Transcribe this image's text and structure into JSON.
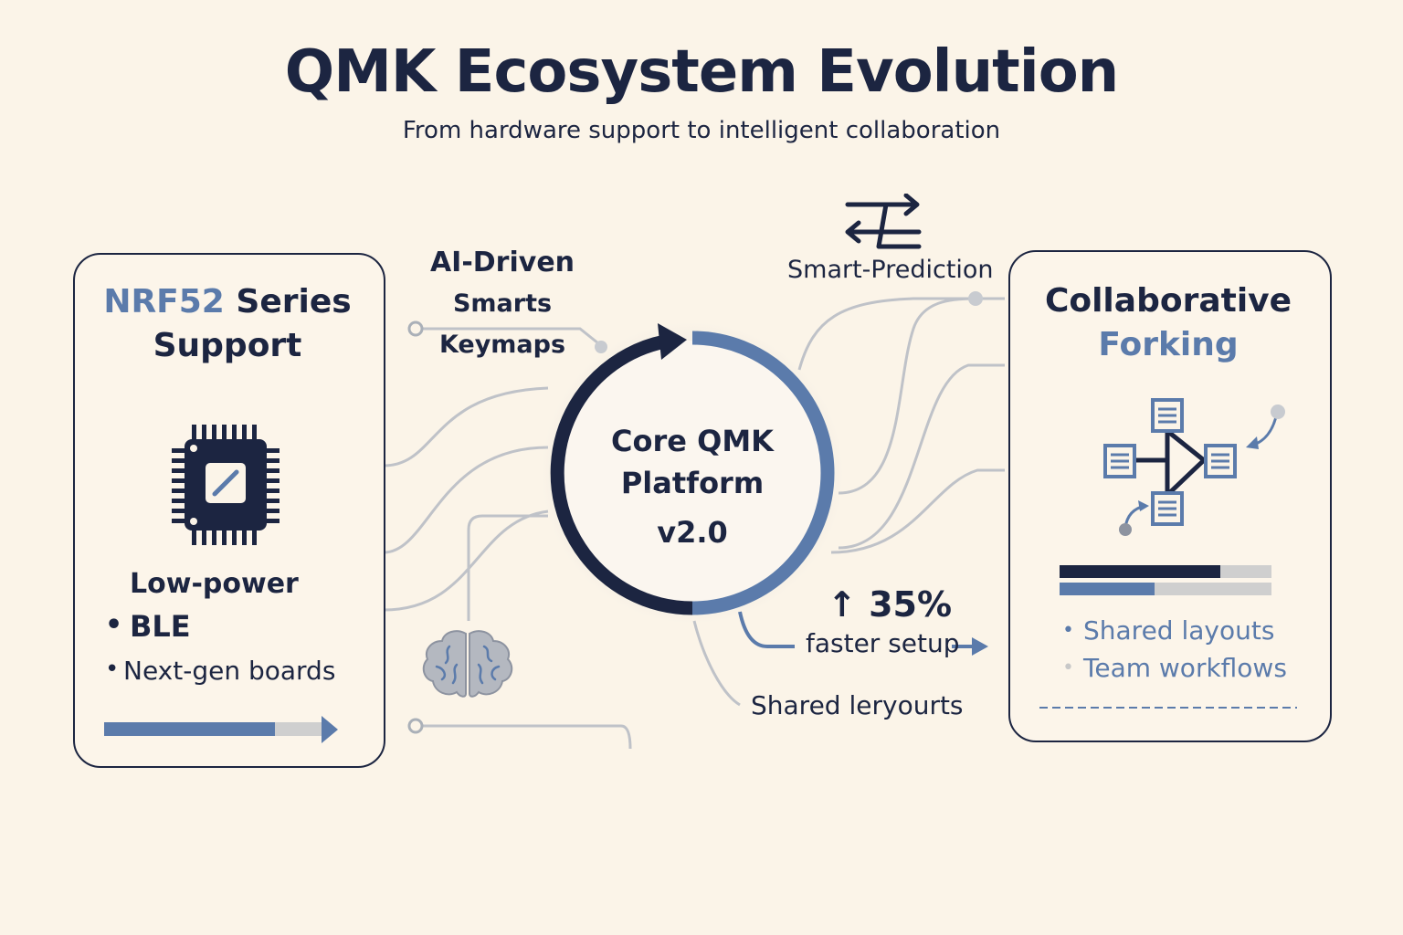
{
  "header": {
    "title": "QMK Ecosystem Evolution",
    "subtitle": "From hardware support to intelligent collaboration"
  },
  "left_card": {
    "heading_accent": "NRF52",
    "heading_rest": " Series",
    "heading_line2": "Support",
    "icon": "microchip-icon",
    "feature_1": "Low-power",
    "feature_2": "BLE",
    "feature_3": "Next-gen boards",
    "bullet": "•",
    "progress": 0.78
  },
  "center": {
    "ai_label_line1": "AI-Driven",
    "ai_label_line2": "Smarts Keymaps",
    "smart_label": "Smart-Prediction",
    "core_line1": "Core QMK",
    "core_line2": "Platform",
    "core_line3": "v2.0",
    "stat_value": "↑ 35%",
    "stat_caption": "faster setup",
    "shared_label": "Shared leryourts",
    "brain_icon": "brain-icon",
    "exchange_icon": "swap-arrows-icon"
  },
  "right_card": {
    "heading_line1": "Collaborative",
    "heading_line2": "Forking",
    "icon": "fork-tree-icon",
    "bar_1": 0.76,
    "bar_2": 0.45,
    "feature_1": "Shared layouts",
    "feature_2": "Team workflows",
    "bullet": "•"
  },
  "colors": {
    "background": "#fbf4e8",
    "navy": "#1c2541",
    "accent_blue": "#5b7bab",
    "light_gray": "#cfcfcf",
    "line_gray": "#b9bcc2"
  }
}
